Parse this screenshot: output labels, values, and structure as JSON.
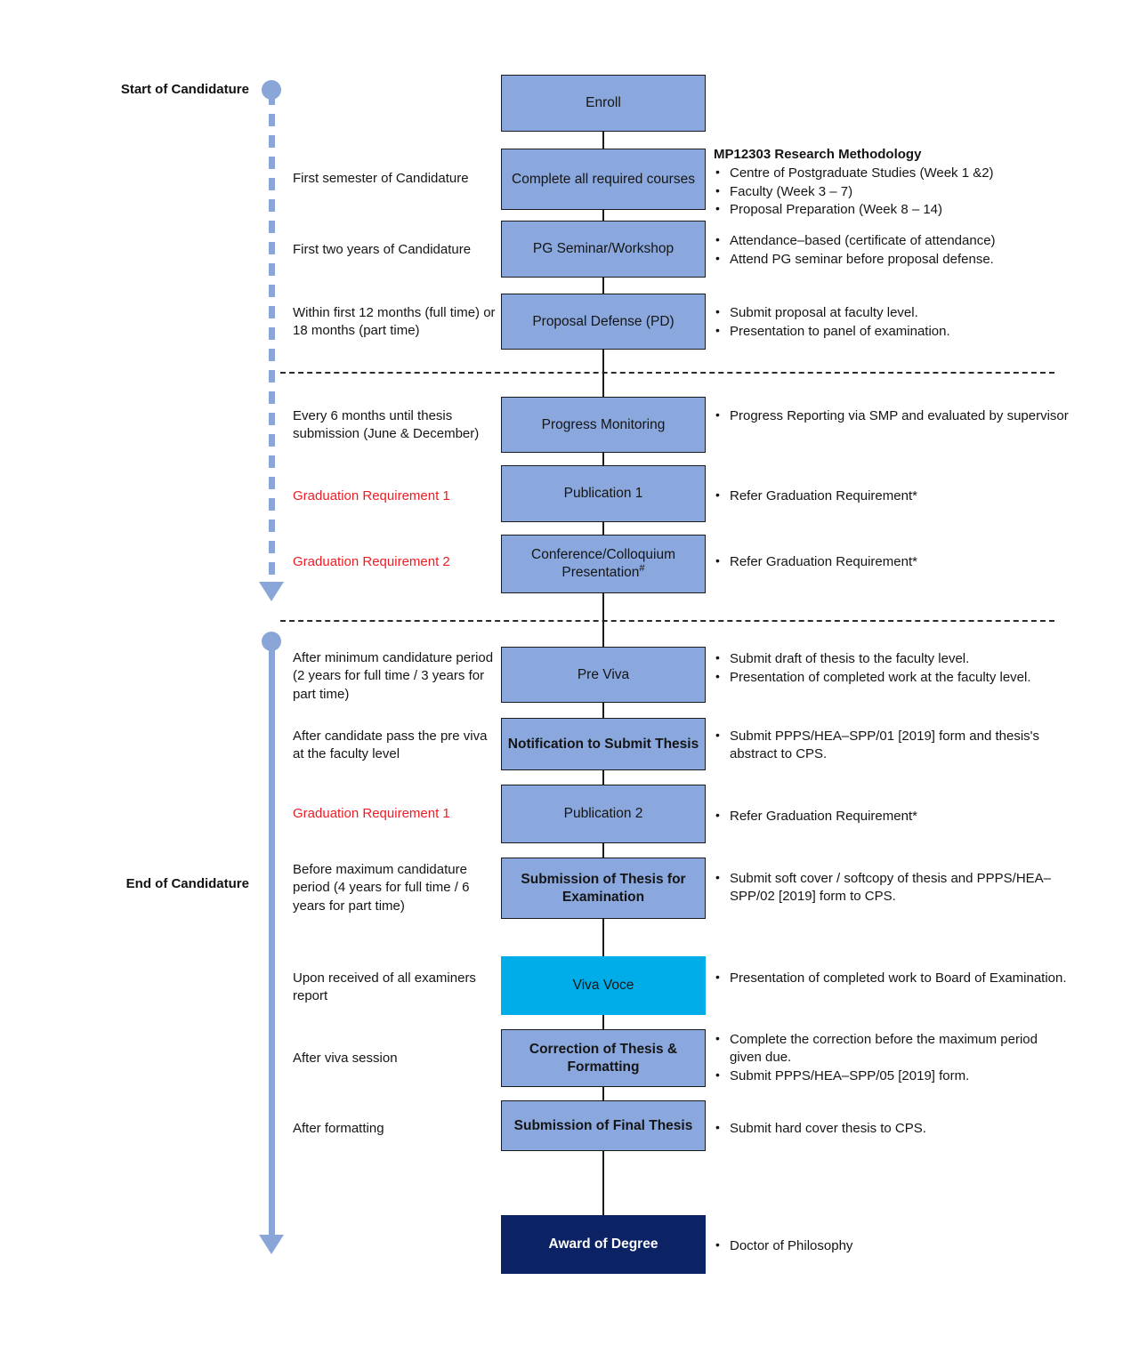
{
  "diagram": {
    "title": "PhD Candidature Process Flowchart",
    "colors": {
      "box_fill": "#8aa8de",
      "viva_fill": "#00ade8",
      "award_fill": "#0b2265",
      "timeline": "#8aa6d8",
      "requirement_text": "#ed1c24"
    }
  },
  "eras": [
    {
      "label": "Start of Candidature"
    },
    {
      "label": "End of Candidature"
    }
  ],
  "steps": [
    {
      "id": "enroll",
      "box": "Enroll",
      "condition": "",
      "annotation_head": "",
      "annotation": []
    },
    {
      "id": "complete-courses",
      "box": "Complete all required courses",
      "condition": "First semester of Candidature",
      "annotation_head": "MP12303  Research Methodology",
      "annotation": [
        "Centre of Postgraduate Studies (Week 1 &2)",
        "Faculty (Week 3 – 7)",
        "Proposal Preparation (Week 8 – 14)"
      ]
    },
    {
      "id": "pg-seminar",
      "box": "PG Seminar/Workshop",
      "condition": "First two years of Candidature",
      "annotation_head": "",
      "annotation": [
        "Attendance–based (certificate of attendance)",
        "Attend PG seminar before proposal defense."
      ]
    },
    {
      "id": "proposal-defense",
      "box": "Proposal Defense (PD)",
      "condition": "Within first 12 months (full time) or 18 months (part time)",
      "annotation_head": "",
      "annotation": [
        "Submit proposal at faculty level.",
        "Presentation to panel of examination."
      ]
    },
    {
      "id": "progress-monitoring",
      "box": "Progress Monitoring",
      "condition": "Every 6 months until thesis submission (June & December)",
      "annotation_head": "",
      "annotation": [
        "Progress Reporting via SMP and evaluated by supervisor"
      ]
    },
    {
      "id": "publication-1",
      "box": "Publication 1",
      "condition": "Graduation Requirement 1",
      "condition_style": "red",
      "annotation_head": "",
      "annotation": [
        "Refer Graduation Requirement*"
      ]
    },
    {
      "id": "conference-presentation",
      "box": "Conference/Colloquium Presentation",
      "box_sup": "#",
      "condition": "Graduation Requirement 2",
      "condition_style": "red",
      "annotation_head": "",
      "annotation": [
        "Refer Graduation Requirement*"
      ]
    },
    {
      "id": "pre-viva",
      "box": "Pre Viva",
      "condition": "After minimum candidature period (2 years for full time / 3 years for part time)",
      "annotation_head": "",
      "annotation": [
        "Submit draft of thesis to the faculty level.",
        "Presentation of completed work at the faculty level."
      ]
    },
    {
      "id": "notification-submit-thesis",
      "box": "Notification to Submit Thesis",
      "box_style": "bold",
      "condition": "After candidate pass the pre viva at the faculty level",
      "annotation_head": "",
      "annotation": [
        "Submit PPPS/HEA–SPP/01 [2019] form and thesis's abstract to CPS."
      ]
    },
    {
      "id": "publication-2",
      "box": "Publication 2",
      "condition": "Graduation Requirement 1",
      "condition_style": "red",
      "annotation_head": "",
      "annotation": [
        "Refer Graduation Requirement*"
      ]
    },
    {
      "id": "submission-thesis-exam",
      "box": "Submission of Thesis for Examination",
      "box_style": "bold",
      "condition": "Before maximum candidature period (4 years for full time / 6 years for part time)",
      "annotation_head": "",
      "annotation": [
        "Submit soft cover / softcopy of thesis and PPPS/HEA–SPP/02 [2019] form to CPS."
      ]
    },
    {
      "id": "viva-voce",
      "box": "Viva Voce",
      "box_style": "cyan",
      "condition": "Upon received of all examiners report",
      "annotation_head": "",
      "annotation": [
        "Presentation of completed work to  Board of Examination."
      ]
    },
    {
      "id": "correction-thesis",
      "box": "Correction of Thesis & Formatting",
      "box_style": "bold",
      "condition": "After viva session",
      "annotation_head": "",
      "annotation": [
        "Complete the correction before the maximum period given due.",
        "Submit PPPS/HEA–SPP/05 [2019] form."
      ]
    },
    {
      "id": "submission-final-thesis",
      "box": "Submission of Final Thesis",
      "box_style": "bold",
      "condition": "After formatting",
      "annotation_head": "",
      "annotation": [
        "Submit hard cover thesis to CPS."
      ]
    },
    {
      "id": "award-of-degree",
      "box": "Award of Degree",
      "box_style": "navy",
      "condition": "",
      "annotation_head": "",
      "annotation": [
        "Doctor of Philosophy"
      ]
    }
  ]
}
